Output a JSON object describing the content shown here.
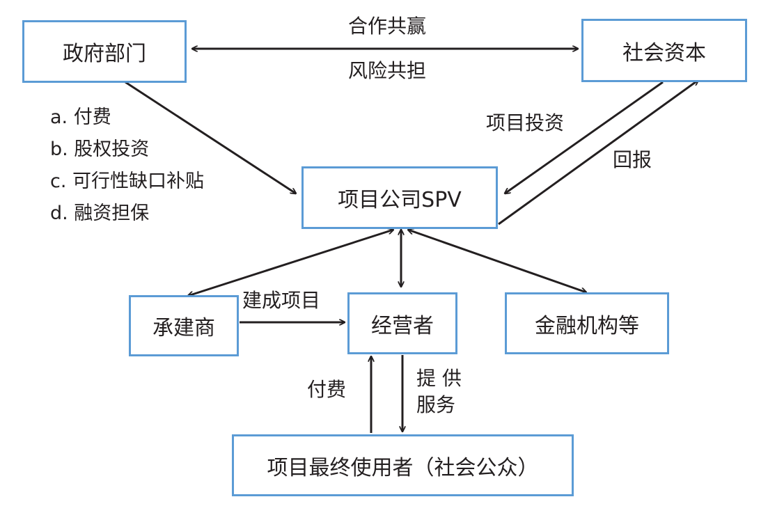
{
  "nodes": {
    "government": "政府部门",
    "social_capital": "社会资本",
    "spv": "项目公司SPV",
    "contractor": "承建商",
    "operator": "经营者",
    "financial": "金融机构等",
    "end_users": "项目最终使用者（社会公众）"
  },
  "edges": {
    "cooperation": "合作共赢",
    "risk_sharing": "风险共担",
    "project_investment": "项目投资",
    "return": "回报",
    "build_project": "建成项目",
    "pay": "付费",
    "provide_service_1": "提 供",
    "provide_service_2": "服务"
  },
  "government_support": [
    "a. 付费",
    "b. 股权投资",
    "c. 可行性缺口补贴",
    "d. 融资担保"
  ],
  "colors": {
    "box_border": "#5b9bd5",
    "arrow": "#231f20",
    "text": "#231f20"
  }
}
